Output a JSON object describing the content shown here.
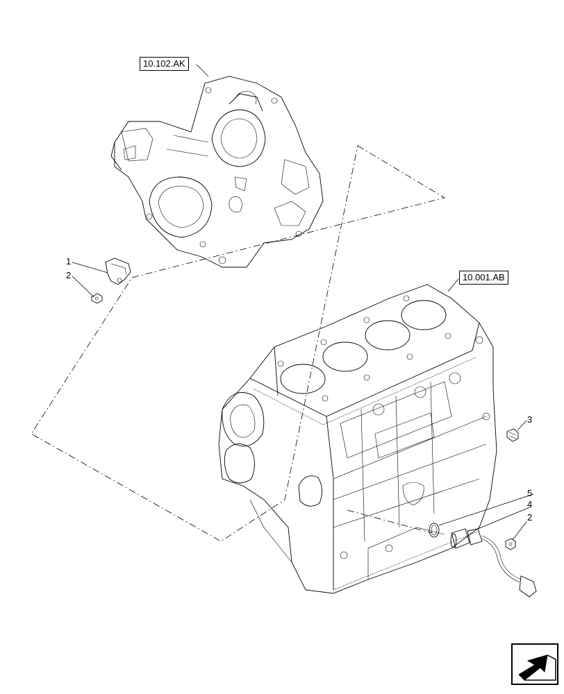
{
  "references": {
    "front_cover": "10.102.AK",
    "engine_block": "10.001.AB"
  },
  "callouts": {
    "item_1": "1",
    "item_2_upper": "2",
    "item_3": "3",
    "item_5": "5",
    "item_4": "4",
    "item_2_lower": "2"
  },
  "icons": {
    "nav": "next-page-arrow-icon"
  }
}
